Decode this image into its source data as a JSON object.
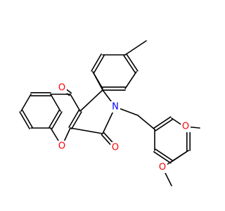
{
  "atoms": {
    "carbonyl_oxygen_top": {
      "symbol": "O",
      "color": "#ff0000"
    },
    "ring_oxygen": {
      "symbol": "O",
      "color": "#ff0000"
    },
    "carbonyl_oxygen_lactam": {
      "symbol": "O",
      "color": "#ff0000"
    },
    "nitrogen": {
      "symbol": "N",
      "color": "#0000ff"
    },
    "methoxy_oxygen_upper": {
      "symbol": "O",
      "color": "#ff0000"
    },
    "methoxy_oxygen_lower": {
      "symbol": "O",
      "color": "#ff0000"
    }
  },
  "colors": {
    "bond": "#000000",
    "background": "#ffffff"
  }
}
